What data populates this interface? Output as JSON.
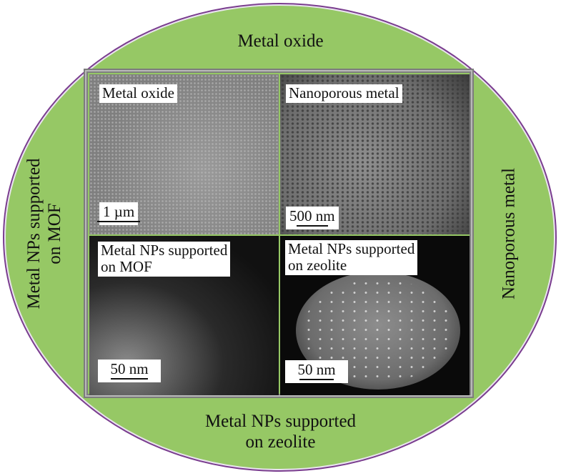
{
  "ring": {
    "top_label": "Metal oxide",
    "right_label": "Nanoporous metal",
    "bottom_label_line1": "Metal NPs supported",
    "bottom_label_line2": "on zeolite",
    "left_label_line1": "Metal NPs supported",
    "left_label_line2": "on MOF",
    "colors": {
      "fill": "#96c865",
      "border": "#7a3d8f",
      "frame": "#7c7c7c"
    }
  },
  "panels": [
    {
      "title_line1": "Metal oxide",
      "title_line2": "",
      "scale_bar": "1 µm",
      "image": "SEM of ordered mesoporous metal oxide"
    },
    {
      "title_line1": "Nanoporous metal",
      "title_line2": "",
      "scale_bar": "500 nm",
      "image": "SEM of nanoporous metal"
    },
    {
      "title_line1": "Metal NPs supported",
      "title_line2": "on MOF",
      "scale_bar": "50 nm",
      "image": "TEM of metal NPs on MOF"
    },
    {
      "title_line1": "Metal NPs supported",
      "title_line2": "on zeolite",
      "scale_bar": "50 nm",
      "image": "STEM of metal NPs on zeolite"
    }
  ]
}
